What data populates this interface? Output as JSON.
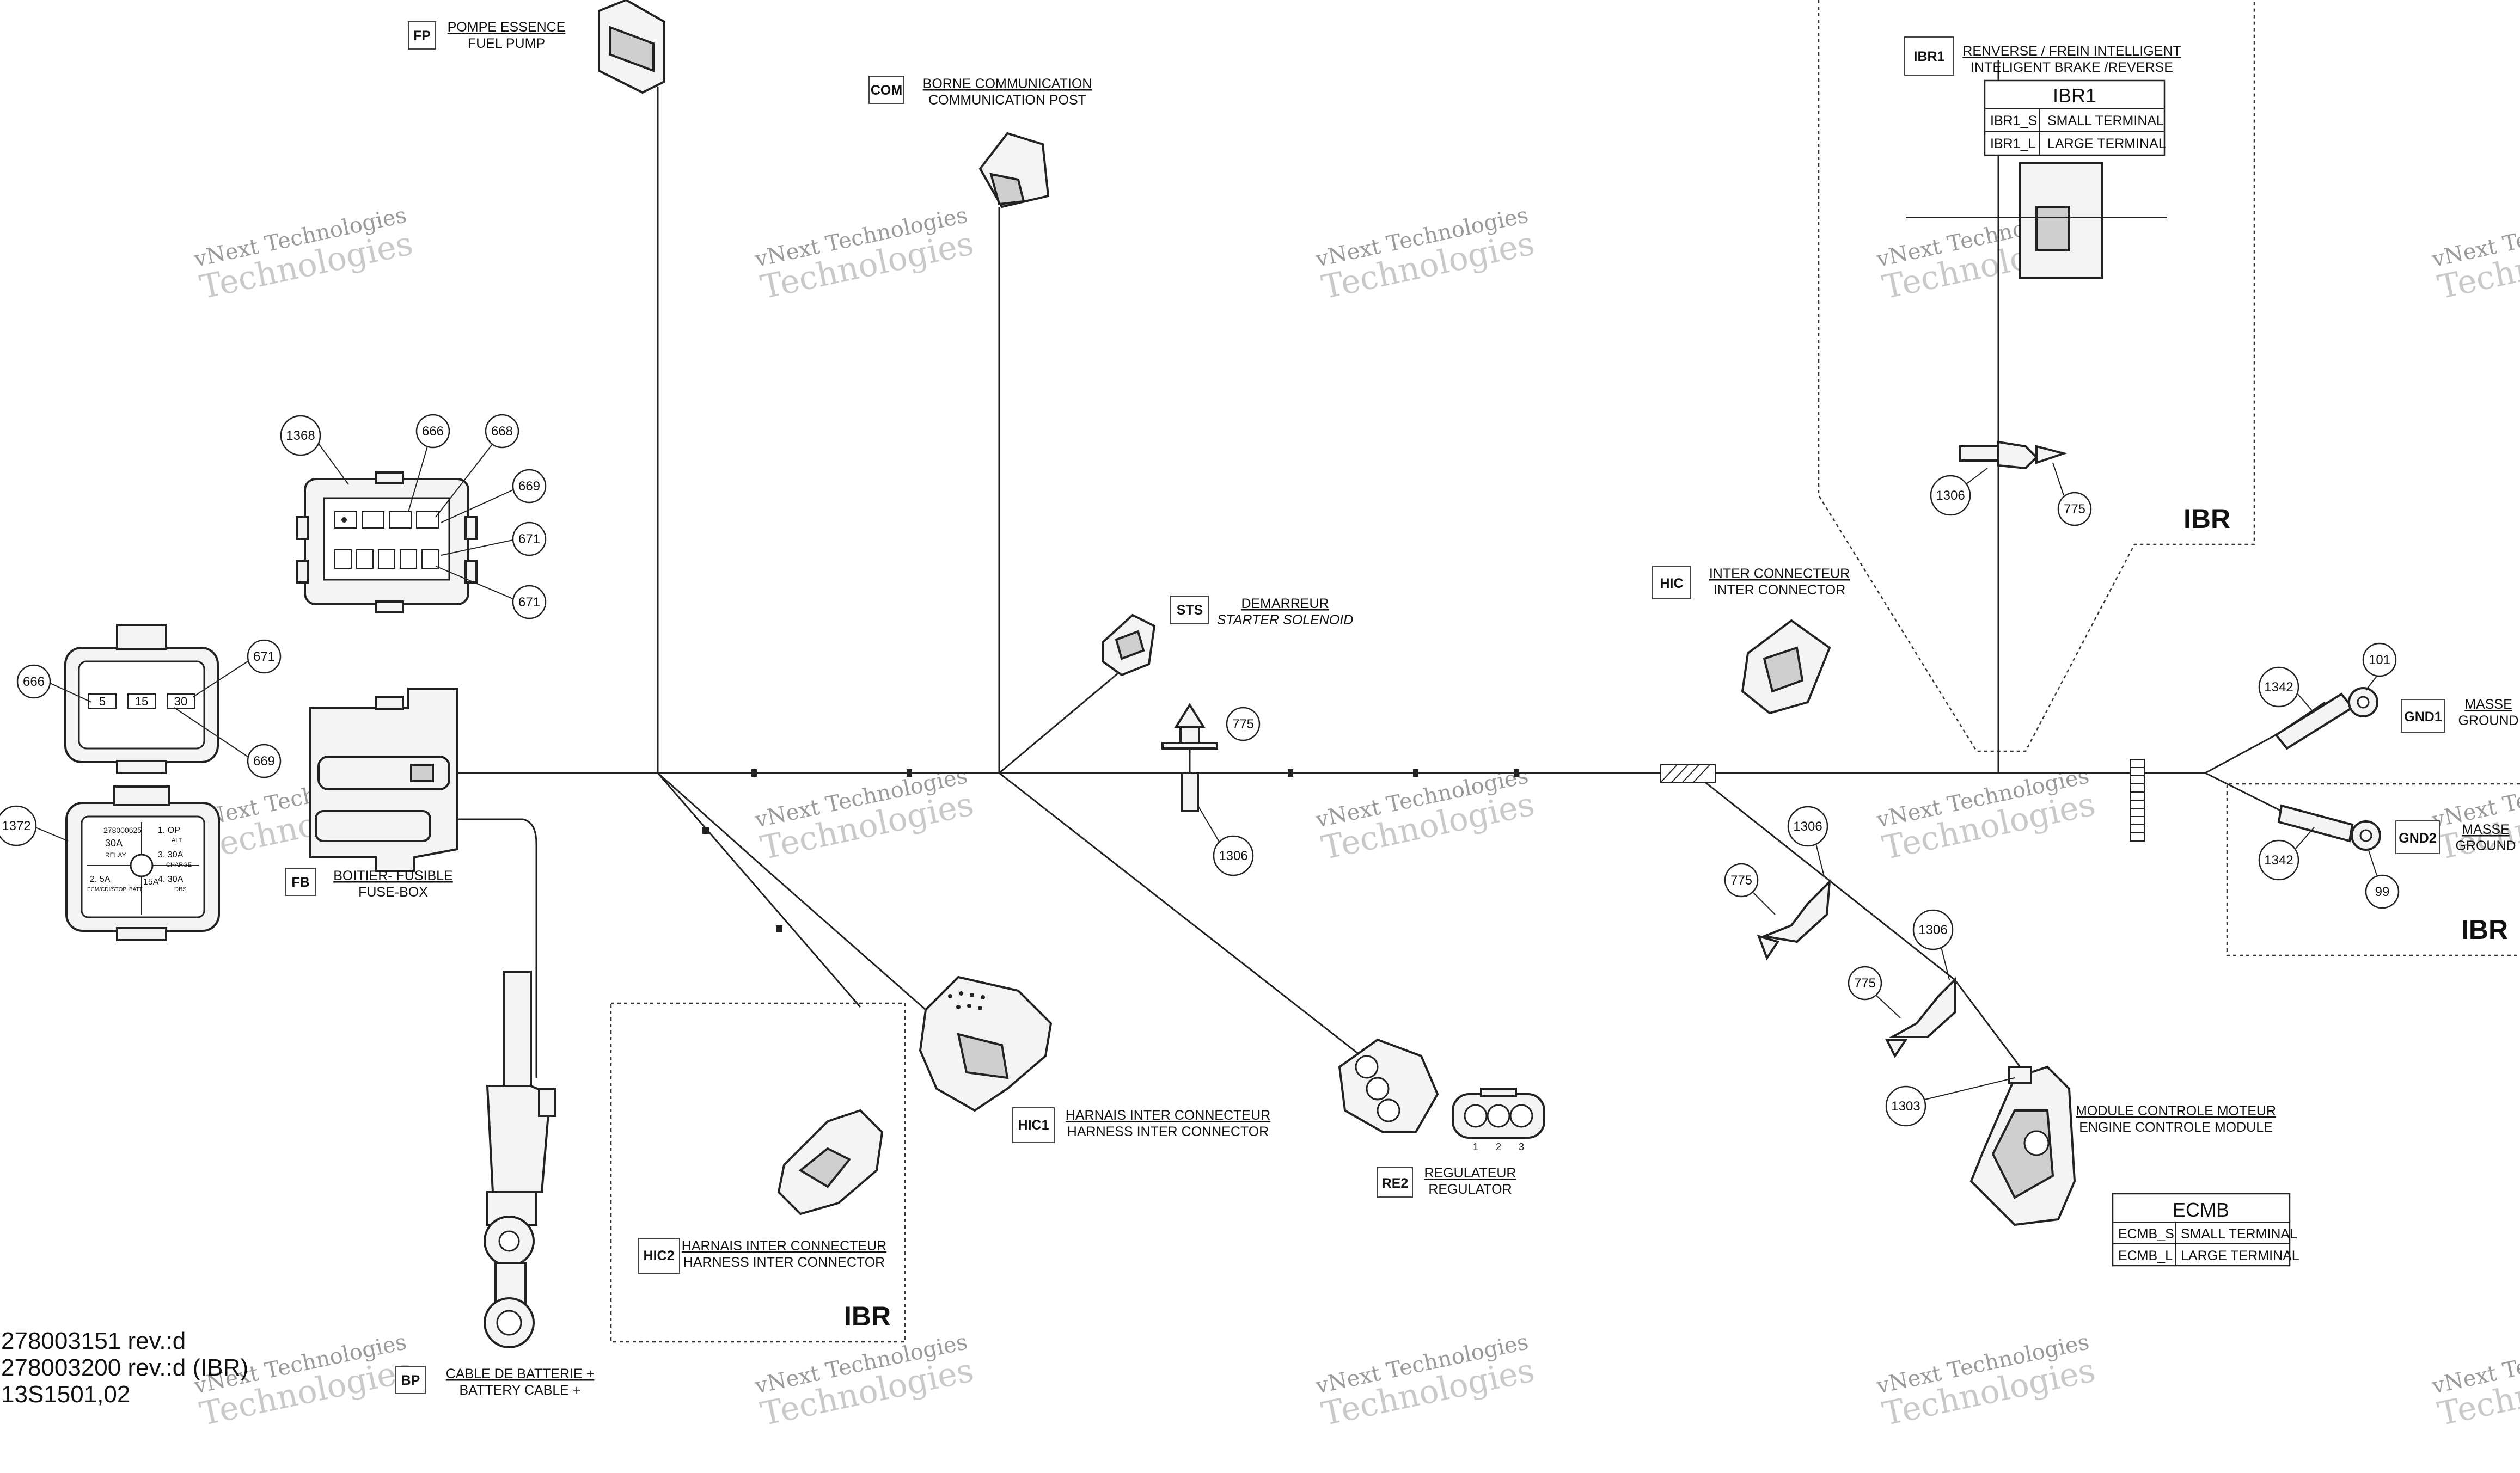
{
  "components": {
    "fp": {
      "code": "FP",
      "fr": "POMPE ESSENCE",
      "en": "FUEL PUMP"
    },
    "com": {
      "code": "COM",
      "fr": "BORNE COMMUNICATION",
      "en": "COMMUNICATION POST"
    },
    "ibr1": {
      "code": "IBR1",
      "fr": "RENVERSE / FREIN INTELLIGENT",
      "en": "INTELIGENT BRAKE /REVERSE"
    },
    "sts": {
      "code": "STS",
      "fr": "DEMARREUR",
      "en": "STARTER SOLENOID"
    },
    "hic": {
      "code": "HIC",
      "fr": "INTER CONNECTEUR",
      "en": "INTER CONNECTOR"
    },
    "gnd1": {
      "code": "GND1",
      "fr": "MASSE",
      "en": "GROUND"
    },
    "gnd2": {
      "code": "GND2",
      "fr": "MASSE",
      "en": "GROUND"
    },
    "fb": {
      "code": "FB",
      "fr": "BOITIER- FUSIBLE",
      "en": "FUSE-BOX"
    },
    "hic1": {
      "code": "HIC1",
      "fr": "HARNAIS INTER CONNECTEUR",
      "en": "HARNESS INTER CONNECTOR"
    },
    "hic2": {
      "code": "HIC2",
      "fr": "HARNAIS INTER CONNECTEUR",
      "en": "HARNESS INTER CONNECTOR"
    },
    "re2": {
      "code": "RE2",
      "fr": "REGULATEUR",
      "en": "REGULATOR"
    },
    "ecmb": {
      "code": "",
      "fr": "MODULE CONTROLE MOTEUR",
      "en": "ENGINE CONTROLE MODULE"
    },
    "bp": {
      "code": "BP",
      "fr": "CABLE DE BATTERIE +",
      "en": "BATTERY CABLE +"
    }
  },
  "tables": {
    "ibr1": {
      "title": "IBR1",
      "rows": [
        [
          "IBR1_S",
          "SMALL TERMINAL"
        ],
        [
          "IBR1_L",
          "LARGE TERMINAL"
        ]
      ]
    },
    "ecmb": {
      "title": "ECMB",
      "rows": [
        [
          "ECMB_S",
          "SMALL TERMINAL"
        ],
        [
          "ECMB_L",
          "LARGE TERMINAL"
        ]
      ]
    }
  },
  "zone_labels": {
    "ibr_top": "IBR",
    "ibr_right": "IBR",
    "ibr_bottom": "IBR"
  },
  "callouts": {
    "c1368": "1368",
    "c666a": "666",
    "c668": "668",
    "c669a": "669",
    "c671a": "671",
    "c671b": "671",
    "c666b": "666",
    "c671c": "671",
    "c669b": "669",
    "c1372": "1372",
    "c775a": "775",
    "c1306a": "1306",
    "c1306b": "1306",
    "c775b": "775",
    "c1306c": "1306",
    "c775c": "775",
    "c1306d": "1306",
    "c775d": "775",
    "c1303": "1303",
    "c1342a": "1342",
    "c101": "101",
    "c1342b": "1342",
    "c99": "99"
  },
  "fusebox_text": {
    "f5": "5",
    "f15": "15",
    "f30": "30",
    "relay_pn": "278000625",
    "relay_amp": "30A",
    "relay_word": "RELAY",
    "fuse1": "1.   OP",
    "fuse1b": "ALT",
    "fuse3": "3.   30A",
    "fuse3b": "CHARGE",
    "fuse2": "2.   5A",
    "fuse2b": "ECM/CDI/STOP",
    "fuse15": "15A",
    "fuse15b": "BATT",
    "fuse4": "4.   30A",
    "fuse4b": "DBS"
  },
  "regulator_pins": [
    "1",
    "2",
    "3"
  ],
  "watermark": {
    "line1": "vNext Technologies",
    "line2": "Technologies"
  },
  "doc_refs": [
    "278003151 rev.:d",
    "278003200 rev.:d (IBR)",
    "13S1501,02"
  ]
}
